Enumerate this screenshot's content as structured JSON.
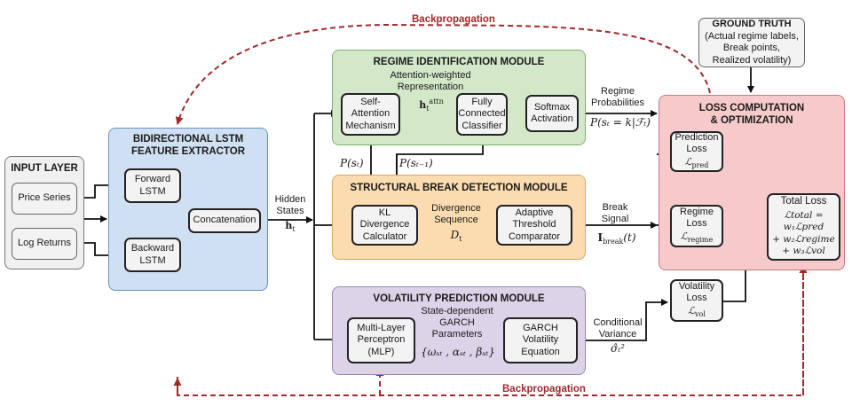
{
  "input_layer": {
    "title": "INPUT LAYER",
    "items": [
      "Price Series",
      "Log Returns"
    ]
  },
  "lstm_module": {
    "title_line1": "BIDIRECTIONAL LSTM",
    "title_line2": "FEATURE EXTRACTOR",
    "forward": [
      "Forward",
      "LSTM"
    ],
    "backward": [
      "Backward",
      "LSTM"
    ],
    "concat": "Concatenation",
    "output_label": [
      "Hidden",
      "States"
    ],
    "output_symbol": "h",
    "output_sub": "t"
  },
  "regime_module": {
    "title": "REGIME IDENTIFICATION MODULE",
    "attention": [
      "Self-",
      "Attention",
      "Mechanism"
    ],
    "attn_label": [
      "Attention-weighted",
      "Representation"
    ],
    "attn_symbol": "h",
    "attn_sub": "t",
    "attn_sup": "attn",
    "classifier": [
      "Fully",
      "Connected",
      "Classifier"
    ],
    "softmax": [
      "Softmax",
      "Activation"
    ],
    "output_label": [
      "Regime",
      "Probabilities"
    ],
    "output_math": "P(sₜ = k|ℱₜ)",
    "p_st": "P(sₜ)",
    "p_st1": "P(sₜ₋₁)"
  },
  "break_module": {
    "title": "STRUCTURAL BREAK DETECTION MODULE",
    "kl": [
      "KL",
      "Divergence",
      "Calculator"
    ],
    "div_label": [
      "Divergence",
      "Sequence"
    ],
    "div_symbol": "D",
    "div_sub": "t",
    "threshold": [
      "Adaptive",
      "Threshold",
      "Comparator"
    ],
    "output_label": [
      "Break",
      "Signal"
    ],
    "output_math": "𝕀",
    "output_sub": "break",
    "output_arg": "(t)"
  },
  "vol_module": {
    "title": "VOLATILITY PREDICTION MODULE",
    "mlp": [
      "Multi-Layer",
      "Perceptron",
      "(MLP)"
    ],
    "param_label": [
      "State-dependent",
      "GARCH",
      "Parameters"
    ],
    "param_math": "{ωₛₜ , αₛₜ , βₛₜ}",
    "garch": [
      "GARCH",
      "Volatility",
      "Equation"
    ],
    "output_label": [
      "Conditional",
      "Variance"
    ],
    "output_math": "σ̂ₜ²"
  },
  "ground_truth": {
    "title": "GROUND TRUTH",
    "lines": [
      "(Actual regime labels,",
      "Break points,",
      "Realized volatility)"
    ]
  },
  "loss_module": {
    "title_line1": "LOSS COMPUTATION",
    "title_line2": "& OPTIMIZATION",
    "pred": [
      "Prediction",
      "Loss",
      "pred"
    ],
    "regime": [
      "Regime",
      "Loss",
      "regime"
    ],
    "vol": [
      "Volatility",
      "Loss",
      "vol"
    ],
    "sum_symbol": "+",
    "total_title": "Total Loss",
    "total_lines": [
      "ℒtotal = w₁ℒpred",
      "+ w₂ℒregime",
      "+ w₃ℒvol"
    ]
  },
  "backprop": {
    "top_label": "Backpropagation",
    "bottom_label": "Backpropagation",
    "color": "#a3282a"
  },
  "colors": {
    "input_bg": "#f0f0f0",
    "lstm_bg": "#cfe0f3",
    "regime_bg": "#d3e8c9",
    "break_bg": "#fbdcb0",
    "vol_bg": "#ddd3e8",
    "loss_bg": "#f6caca"
  }
}
